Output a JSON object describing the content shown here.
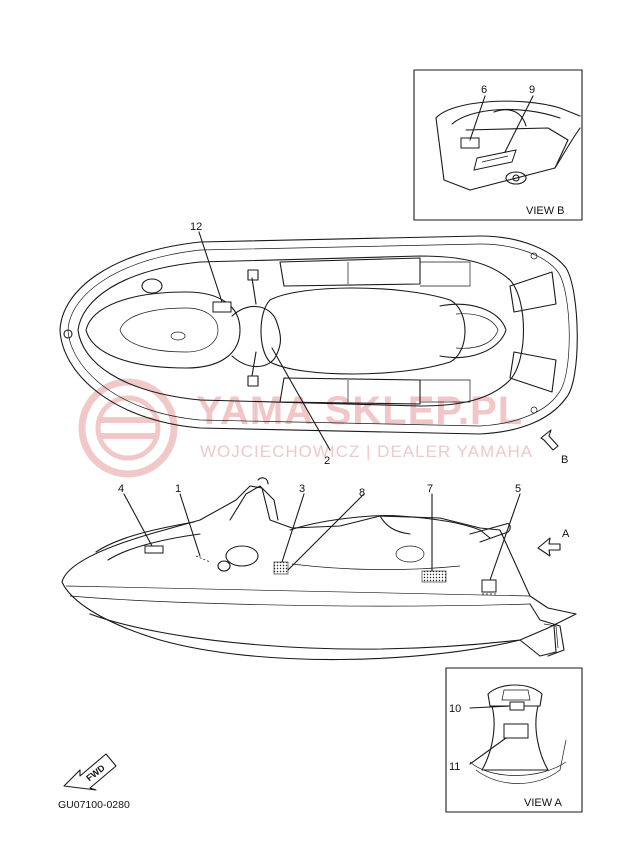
{
  "watermark": {
    "line1": "YAMA SKLEP.PL",
    "line2": "WOJCIECHOWICZ | DEALER YAMAHA",
    "color": "#e89a9a"
  },
  "views": {
    "view_b_label": "VIEW B",
    "view_a_label": "VIEW A",
    "arrow_a": "A",
    "arrow_b": "B"
  },
  "callouts": [
    "1",
    "2",
    "3",
    "4",
    "5",
    "6",
    "7",
    "8",
    "9",
    "10",
    "11",
    "12"
  ],
  "fwd_label": "FWD",
  "part_number": "GU07100-0280"
}
